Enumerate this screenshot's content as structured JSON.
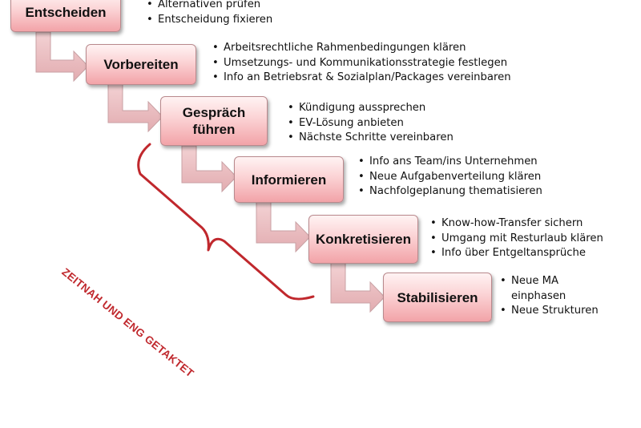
{
  "steps": [
    {
      "label": "Entscheiden",
      "bullets": [
        "Alternativen prüfen",
        "Entscheidung fixieren"
      ]
    },
    {
      "label": "Vorbereiten",
      "bullets": [
        "Arbeitsrechtliche Rahmenbedingungen klären",
        "Umsetzungs- und Kommunikationsstrategie festlegen",
        "Info an Betriebsrat & Sozialplan/Packages vereinbaren"
      ]
    },
    {
      "label": "Gespräch\nführen",
      "bullets": [
        "Kündigung aussprechen",
        "EV-Lösung anbieten",
        "Nächste Schritte vereinbaren"
      ]
    },
    {
      "label": "Informieren",
      "bullets": [
        "Info ans Team/ins Unternehmen",
        "Neue Aufgabenverteilung klären",
        "Nachfolgeplanung thematisieren"
      ]
    },
    {
      "label": "Konkretisieren",
      "bullets": [
        "Know-how-Transfer sichern",
        "Umgang mit Resturlaub klären",
        "Info über Entgeltansprüche"
      ]
    },
    {
      "label": "Stabilisieren",
      "bullets": [
        "Neue MA einphasen",
        "Neue Strukturen"
      ]
    }
  ],
  "bracket_label": "ZEITNAH UND ENG GETAKTET",
  "colors": {
    "box_fill_top": "#fff3f3",
    "box_fill_bottom": "#f2a3a8",
    "box_border": "#b9898d",
    "arrow_fill": "#ecc3c6",
    "arrow_stroke": "#c9a1a4",
    "bracket": "#c0282d"
  }
}
